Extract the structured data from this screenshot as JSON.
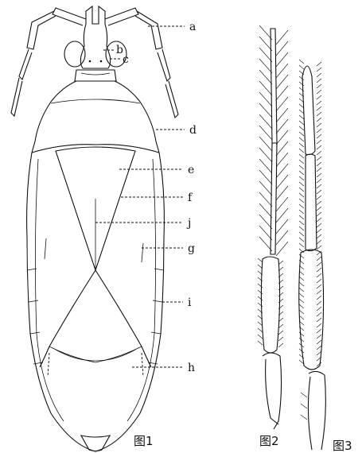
{
  "figures": [
    {
      "caption": "图1",
      "labels": [
        "a",
        "b",
        "c",
        "d",
        "e",
        "f",
        "j",
        "g",
        "i",
        "h"
      ]
    },
    {
      "caption": "图2"
    },
    {
      "caption": "图3"
    }
  ]
}
